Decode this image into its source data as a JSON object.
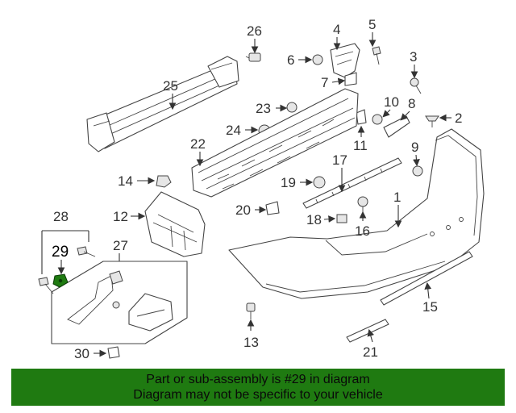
{
  "diagram": {
    "callouts": {
      "c1": "1",
      "c2": "2",
      "c3": "3",
      "c4": "4",
      "c5": "5",
      "c6": "6",
      "c7": "7",
      "c8": "8",
      "c9": "9",
      "c10": "10",
      "c11": "11",
      "c12": "12",
      "c13": "13",
      "c14": "14",
      "c15": "15",
      "c16": "16",
      "c17": "17",
      "c18": "18",
      "c19": "19",
      "c20": "20",
      "c21": "21",
      "c22": "22",
      "c23": "23",
      "c24": "24",
      "c25": "25",
      "c26": "26",
      "c27": "27",
      "c28": "28",
      "c29": "29",
      "c30": "30"
    },
    "highlight_part": "29",
    "highlight_color": "#1f7a11"
  },
  "banner": {
    "line1": "Part or sub-assembly is #29 in diagram",
    "line2": "Diagram may not be specific to your vehicle",
    "background": "#1f7a11"
  }
}
